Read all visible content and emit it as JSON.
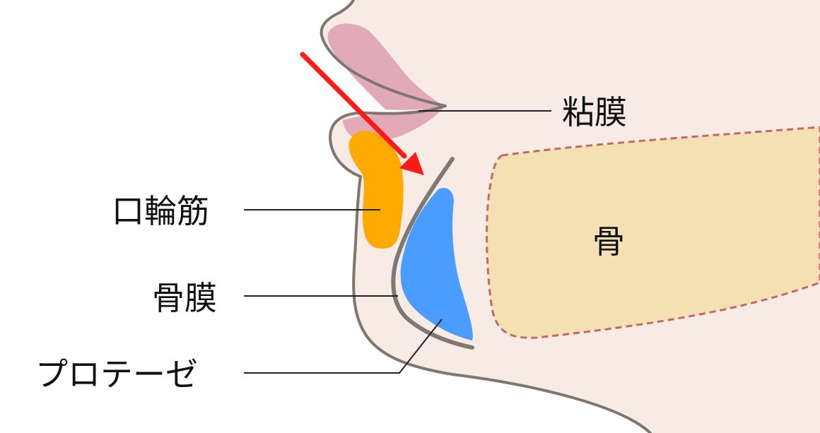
{
  "labels": {
    "mucosa": "粘膜",
    "orbicularis_oris": "口輪筋",
    "periosteum": "骨膜",
    "prosthesis": "プロテーゼ",
    "bone": "骨"
  },
  "colors": {
    "skin": "#f8ebe5",
    "skin_outline": "#7f7670",
    "lip": "#e2aab8",
    "muscle": "#ffaa00",
    "prosthesis": "#4a9dff",
    "periosteum": "#807873",
    "bone": "#f5e0b4",
    "bone_outline": "#c46866",
    "arrow": "#ff1a1a",
    "leader_line": "#222222"
  }
}
